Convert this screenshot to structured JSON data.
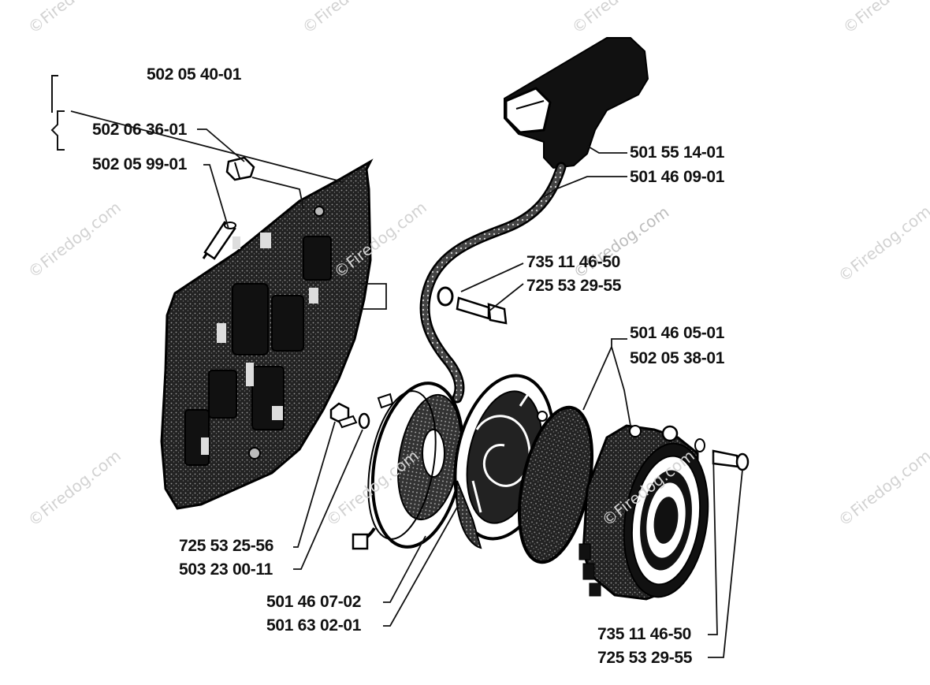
{
  "watermark": {
    "text": "©Firedog.com"
  },
  "part_numbers": {
    "top_bracket": "502 05 40-01",
    "bracket_item_1": "502 06 36-01",
    "bracket_item_2": "502 05 99-01",
    "handle": "501 55 14-01",
    "rope": "501 46 09-01",
    "washer_upper": "735 11 46-50",
    "screw_upper": "725 53 29-55",
    "upper_right_1": "501 46 05-01",
    "upper_right_2": "502 05 38-01",
    "screw_left": "725 53 25-56",
    "washer_left": "503 23 00-11",
    "pulley": "501 46 07-02",
    "spring": "501 63 02-01",
    "washer_lower": "735 11 46-50",
    "screw_lower": "725 53 29-55"
  }
}
